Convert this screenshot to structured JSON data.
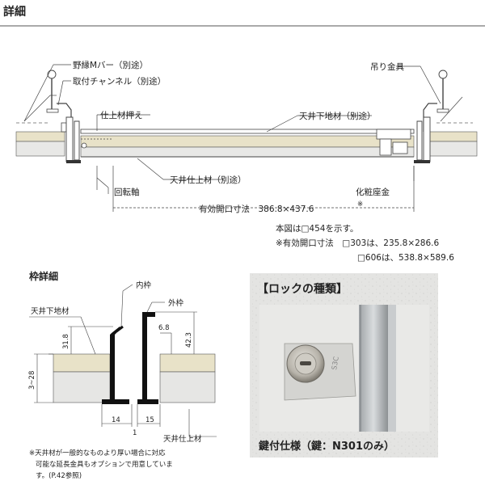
{
  "header": {
    "title": "詳細"
  },
  "main_diagram": {
    "labels": {
      "nobuchi_bar": "野縁Mバー（別途）",
      "toritsuke_channel": "取付チャンネル（別途）",
      "tsuri_kanagu": "吊り金具",
      "shiage_osae": "仕上材押え",
      "tenjo_shitaji": "天井下地材（別途）",
      "kaitenjiku": "回転軸",
      "tenjo_shiage": "天井仕上材（別途）",
      "kesho_zagane": "化粧座金"
    },
    "opening_size": "有効開口寸法　386.8×437.6",
    "opening_size_mark": "※",
    "notes": {
      "line1": "本図は□454を示す。",
      "line2": "※有効開口寸法　□303は、235.8×286.6",
      "line3": "□606は、538.8×589.6"
    }
  },
  "frame_detail": {
    "title": "枠詳細",
    "labels": {
      "uchiwaku": "内枠",
      "sotowaku": "外枠",
      "tenjo_shitaji": "天井下地材",
      "tenjo_shiage": "天井仕上材"
    },
    "dims": {
      "d31_8": "31.8",
      "d3_28": "3~28",
      "d6_8": "6.8",
      "d42_3": "42.3",
      "d14": "14",
      "d1": "1",
      "d15": "15"
    },
    "footnote": {
      "line1": "※天井材が一般的なものより厚い場合に対応",
      "line2": "可能な延長金具もオプションで用意していま",
      "line3": "す。(P.42参照)"
    }
  },
  "lock_panel": {
    "title": "【ロックの種類】",
    "caption": "鍵付仕様（鍵：N301のみ）",
    "lock_text": "S3C"
  }
}
